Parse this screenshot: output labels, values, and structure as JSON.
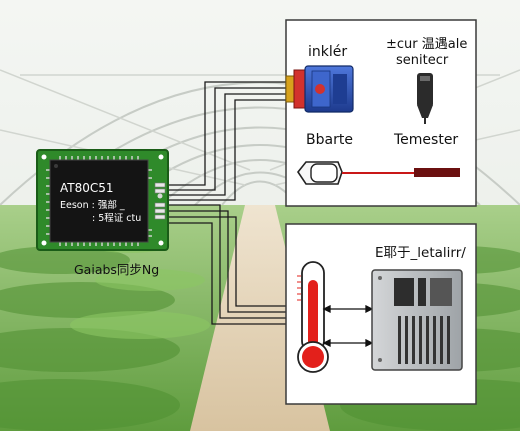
{
  "mcu": {
    "chip_line1": "AT80C51",
    "chip_line2": "Eeson :  强部  _",
    "chip_line3": ":  5程证 ctu",
    "caption": "Gaiabs同步Ng"
  },
  "top_panel": {
    "inlet_label": "inklér",
    "sensor_label_line1": "±cur 温遇ale",
    "sensor_label_line2": "senitecr",
    "barrier_label": "Bbarte",
    "tester_label": "Temester"
  },
  "bottom_panel": {
    "controller_label": "E耶于_letalirr/"
  },
  "colors": {
    "board_green": "#2f8a2a",
    "chip_black": "#141414",
    "valve_blue": "#2a4fb8",
    "valve_red": "#d2322d",
    "valve_gold": "#d7a21c",
    "thermo_red": "#e3201b",
    "heater_line": "#c91818",
    "panel_border": "#3a3a3a",
    "crop_green": "#6fb24a",
    "path_tan": "#e4d2b5"
  }
}
